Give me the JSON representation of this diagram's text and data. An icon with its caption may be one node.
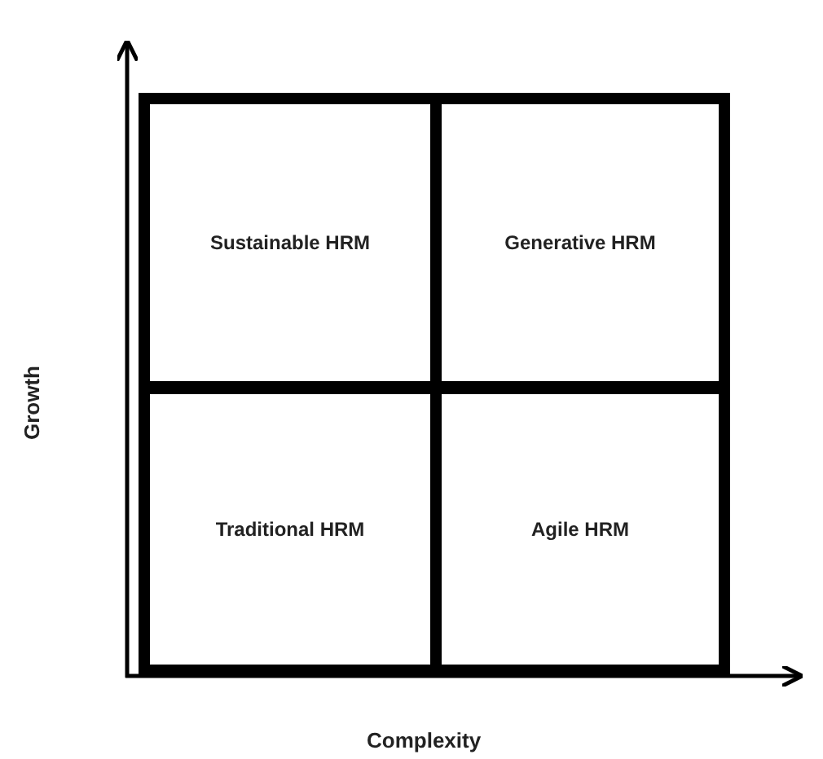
{
  "diagram": {
    "nodes": [
      {
        "text": [
          "Sustainable HRM"
        ]
      },
      {
        "text": [
          "Generative HRM"
        ]
      },
      {
        "text": [
          "Traditional HRM"
        ]
      },
      {
        "text": [
          "Agile HRM"
        ]
      }
    ],
    "labels": [
      "Growth",
      "Complexity"
    ]
  }
}
